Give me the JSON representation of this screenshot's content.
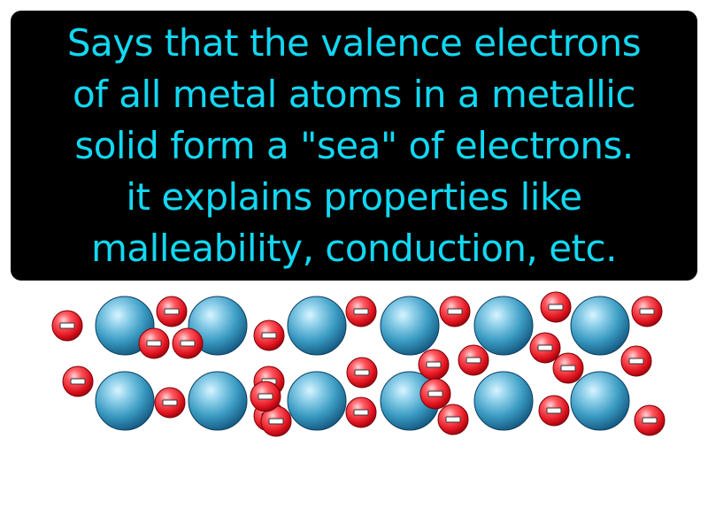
{
  "definition": {
    "lines": [
      "Says that the valence electrons",
      "of all metal atoms in a metallic",
      "solid form a \"sea\" of electrons.",
      "it explains properties like",
      "malleability, conduction, etc."
    ]
  },
  "diagram": {
    "metal_atom_rows": 2,
    "metal_atoms_per_row": 6,
    "electron_count": 26,
    "electron_symbol": "−",
    "colors": {
      "text": "#12d8f2",
      "background_box": "#000000",
      "metal_atom": "#2a8aab",
      "electron": "#e8202e"
    }
  }
}
